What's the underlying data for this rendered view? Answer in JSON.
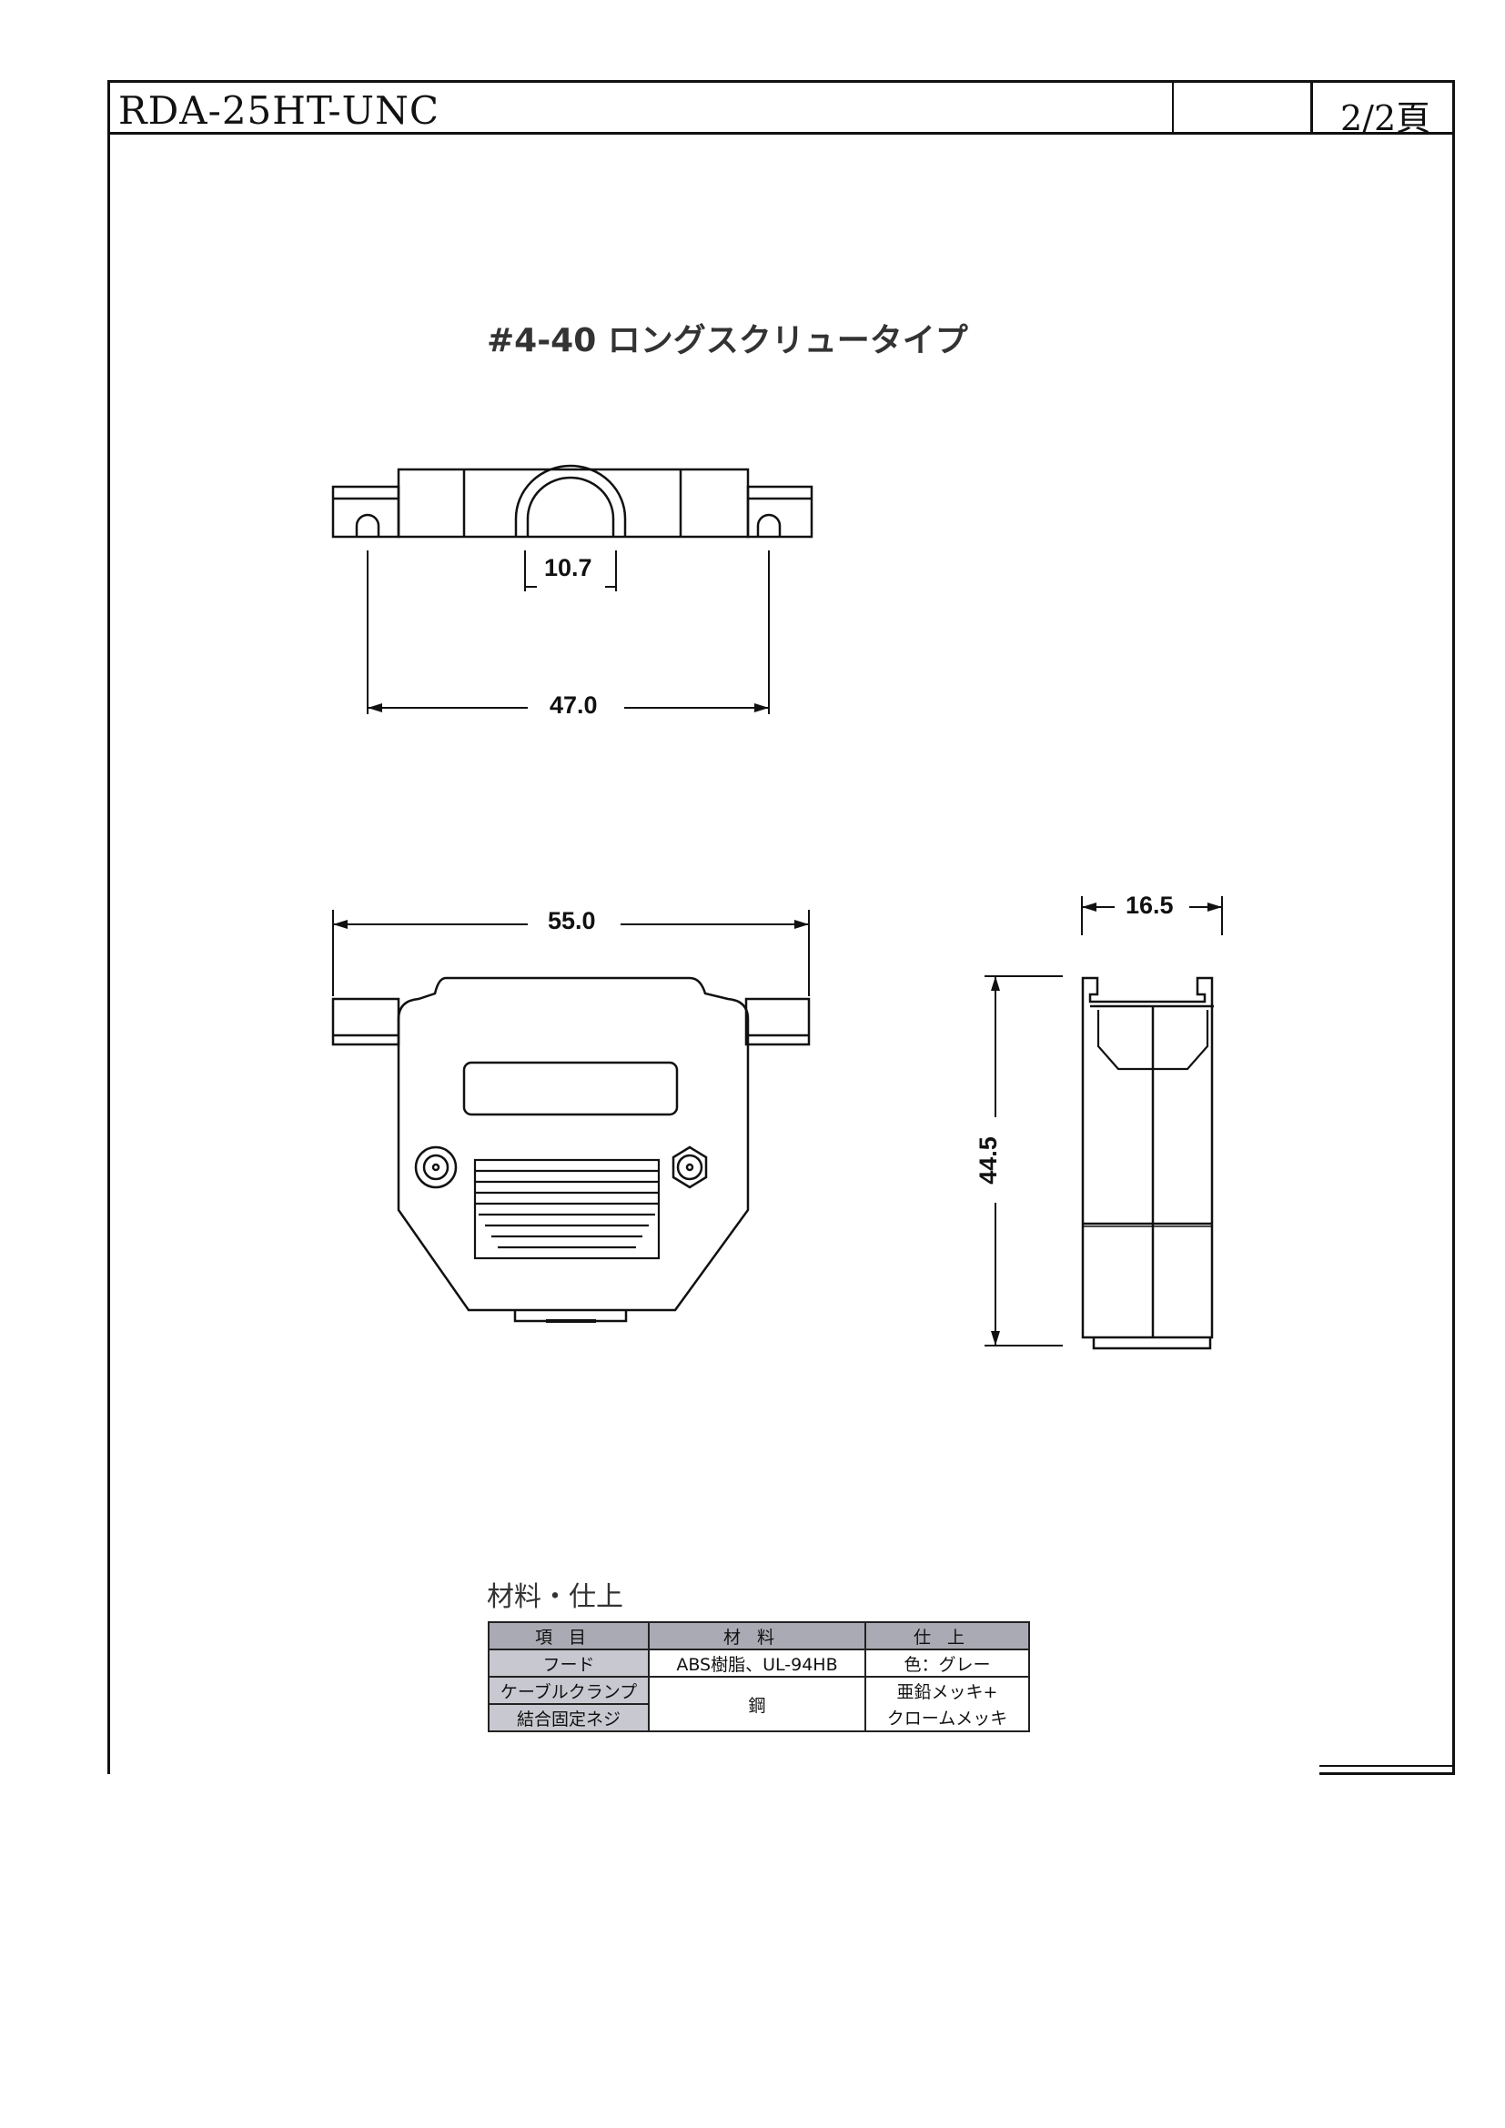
{
  "header": {
    "part_number": "RDA-25HT-UNC",
    "page": "2/2頁"
  },
  "title": "#4-40 ロングスクリュータイプ",
  "dimensions": {
    "cable_opening": "10.7",
    "screw_pitch": "47.0",
    "overall_width": "55.0",
    "depth": "16.5",
    "height": "44.5"
  },
  "materials": {
    "caption": "材料・仕上",
    "headers": [
      "項目",
      "材料",
      "仕上"
    ],
    "rows": [
      {
        "item": "フード",
        "material": "ABS樹脂、UL-94HB",
        "finish": "色：グレー"
      },
      {
        "item": "ケーブルクランプ",
        "material": "鋼",
        "finish": "亜鉛メッキ+"
      },
      {
        "item": "結合固定ネジ",
        "material": "",
        "finish": "クロームメッキ"
      }
    ]
  }
}
